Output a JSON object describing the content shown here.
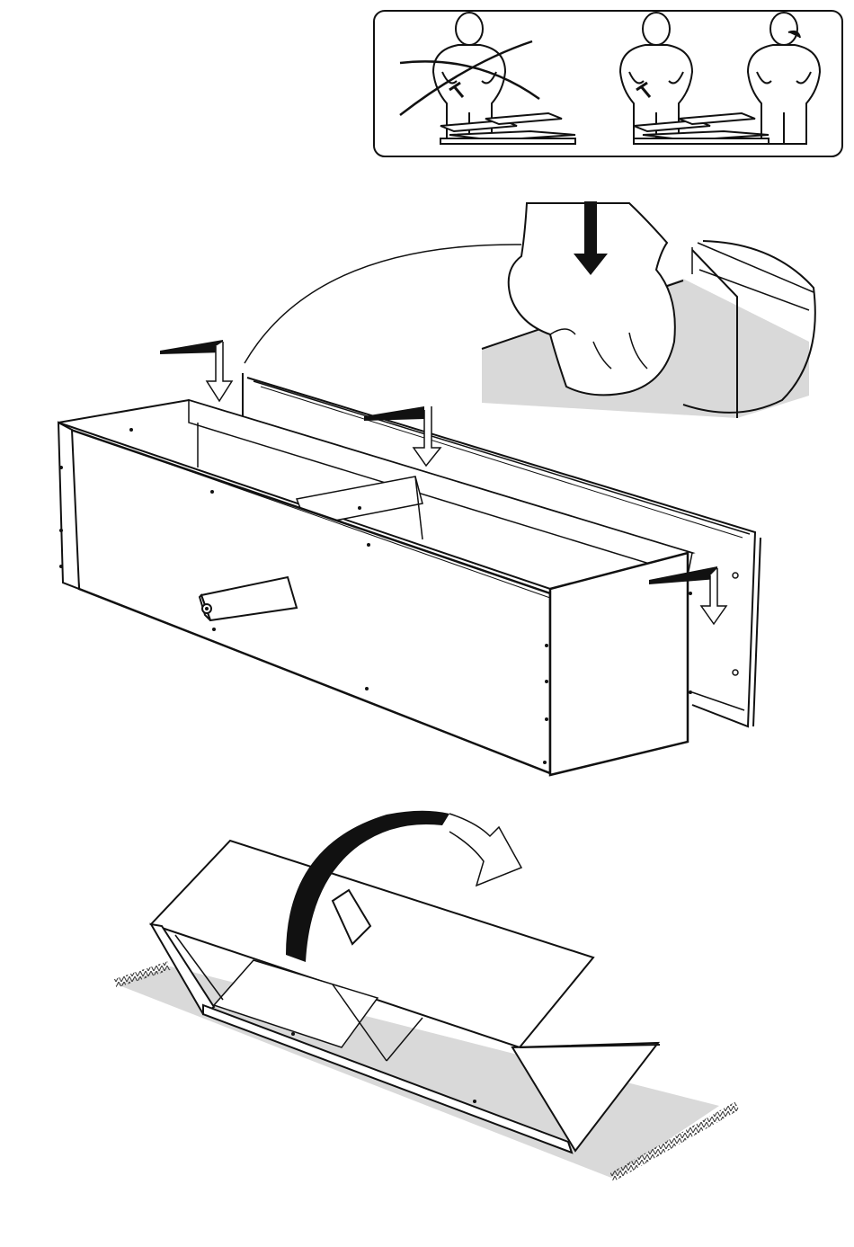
{
  "page": {
    "background": "#ffffff",
    "ink": "#111111",
    "shade": "#d9d9d9",
    "text_labels": []
  },
  "panels": [
    {
      "id": "two-person-notice",
      "icons": [
        "one-person-crossed-out-icon",
        "two-persons-icon"
      ]
    },
    {
      "id": "attach-back-panel-step",
      "icons": [
        "press-down-arrow-icon",
        "fist-press-icon",
        "slide-in-arrow-icon"
      ]
    },
    {
      "id": "flip-cabinet-step",
      "icons": [
        "rotate-arrow-icon",
        "rug-icon"
      ]
    }
  ]
}
